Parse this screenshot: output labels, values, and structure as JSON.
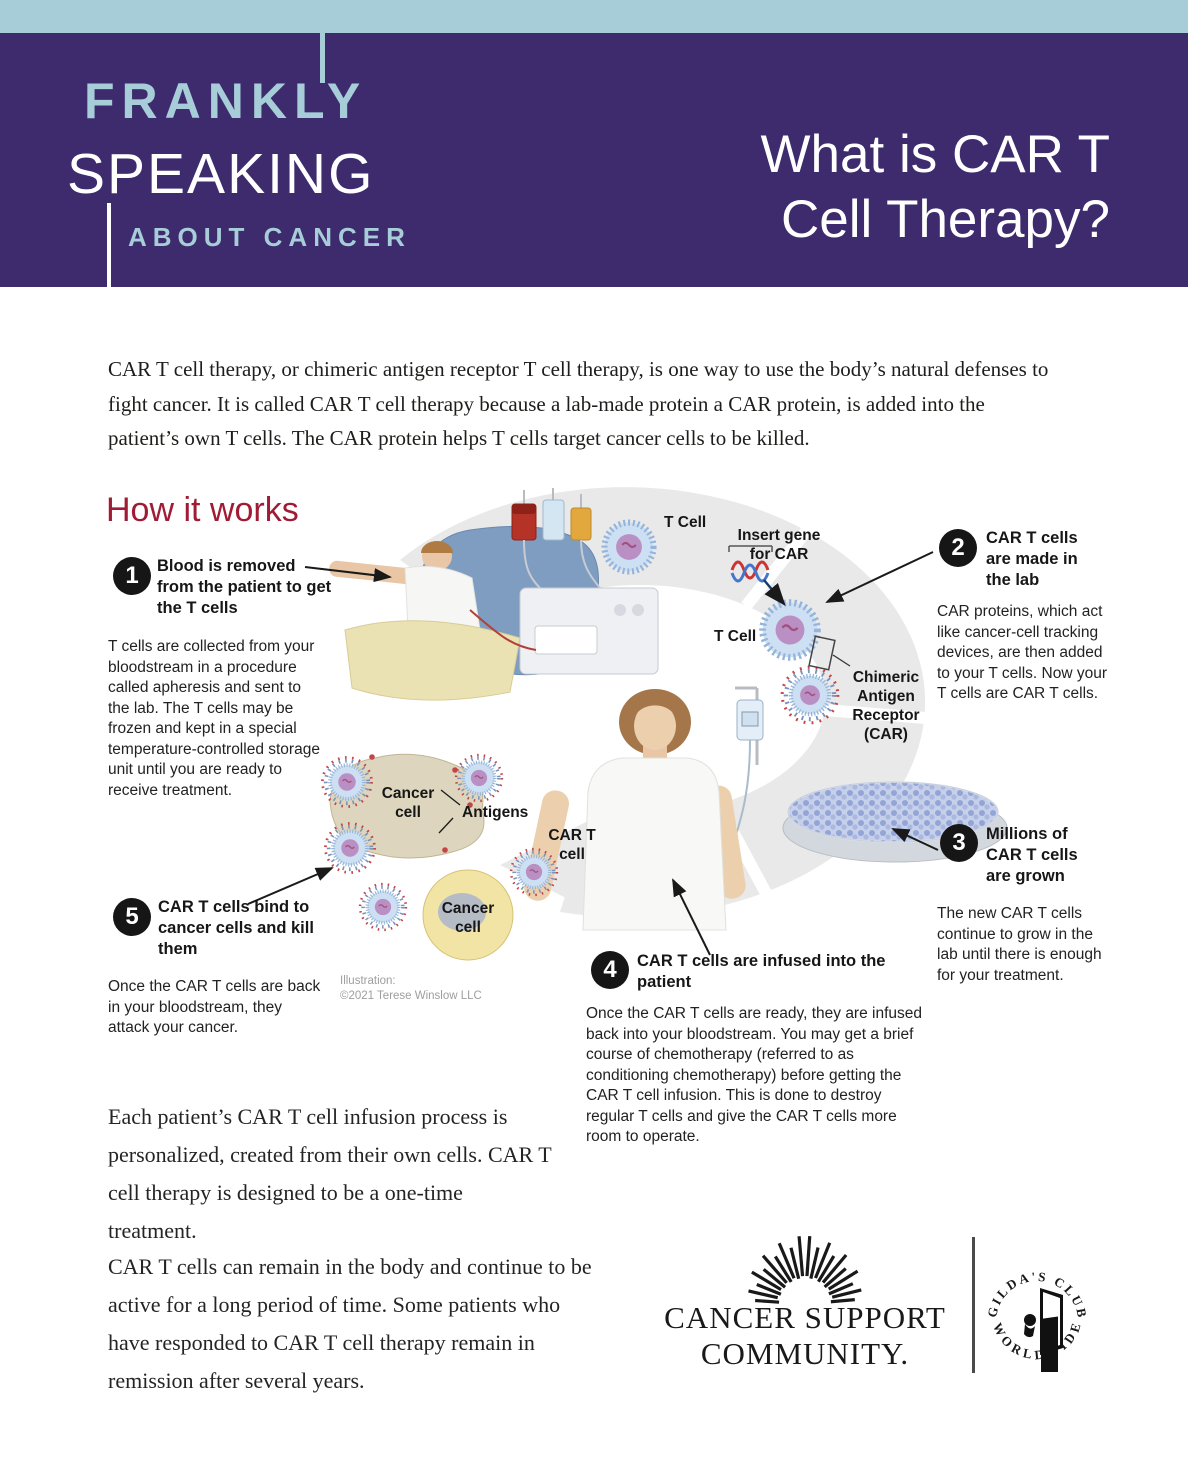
{
  "colors": {
    "banner_purple": "#3d2b6d",
    "strip_blue": "#a7cdd9",
    "accent_red": "#a01c35",
    "ink": "#1c1c1c"
  },
  "header": {
    "brand_line1": "FRANKLY",
    "brand_line2": "SPEAKING",
    "brand_line3": "ABOUT CANCER",
    "title": "What is CAR T\nCell Therapy?"
  },
  "intro": "CAR T cell therapy, or chimeric antigen receptor T cell therapy, is one way to use the body’s natural defenses to fight cancer. It is called CAR T cell therapy because a lab-made protein a CAR protein, is added into the patient’s own T cells. The CAR protein helps T cells target cancer cells to be killed.",
  "how_it_works": {
    "heading": "How it works",
    "steps": [
      {
        "num": "1",
        "title": "Blood is removed from the patient to get the T cells",
        "body": "T cells are collected from your bloodstream in a procedure called apheresis and sent to the lab. The T cells may be frozen and kept in a special temperature-controlled storage unit until you are ready to receive treatment."
      },
      {
        "num": "2",
        "title": "CAR T cells are made in the lab",
        "body": "CAR proteins, which act like cancer-cell tracking devices, are then added to your T cells. Now your T cells are CAR T cells."
      },
      {
        "num": "3",
        "title": "Millions of CAR T cells are grown",
        "body": "The new CAR T cells continue to grow in the lab until there is enough for your treatment."
      },
      {
        "num": "4",
        "title": "CAR T cells are infused into the patient",
        "body": "Once the CAR T cells are ready, they are infused back into your bloodstream. You may get a brief course of chemotherapy (referred to as conditioning chemotherapy) before getting the CAR T cell infusion. This is done to destroy regular T cells and give the CAR T cells more room to operate."
      },
      {
        "num": "5",
        "title": "CAR T cells bind to cancer cells and kill them",
        "body": "Once the CAR T cells are back in your bloodstream, they attack your cancer."
      }
    ],
    "labels": {
      "t_cell_top": "T Cell",
      "insert_gene": "Insert gene\nfor CAR",
      "t_cell_mid": "T Cell",
      "car_receptor": "Chimeric\nAntigen\nReceptor\n(CAR)",
      "cancer_cell_top": "Cancer\ncell",
      "antigens": "Antigens",
      "car_t_cell": "CAR T\ncell",
      "cancer_cell_bottom": "Cancer\ncell"
    },
    "credit": "Illustration:\n©2021 Terese Winslow LLC"
  },
  "closing": {
    "para1": "Each patient’s CAR T cell infusion process is personalized, created from their own cells. CAR T cell therapy is designed to be a one-time treatment.",
    "para2": "CAR T cells can remain in the body and continue to be active for a long period of  time.  Some patients who have responded to CAR T cell therapy remain in remission after several years.",
    "para2_note": ""
  },
  "footer": {
    "org_name_line1": "CANCER SUPPORT",
    "org_name_line2": "COMMUNITY.",
    "club_arc_top": "GILDA'S CLUB",
    "club_arc_bottom": "WORLDWIDE"
  }
}
